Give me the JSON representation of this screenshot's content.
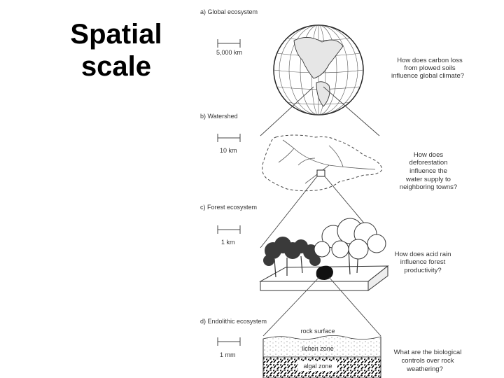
{
  "title": {
    "line1": "Spatial",
    "line2": "scale"
  },
  "panels": [
    {
      "heading": "a) Global ecosystem",
      "scale": "5,000 km",
      "question": [
        "How does carbon loss",
        "from plowed soils",
        "influence global climate?"
      ]
    },
    {
      "heading": "b) Watershed",
      "scale": "10 km",
      "question": [
        "How does",
        "deforestation",
        "influence the",
        "water supply to",
        "neighboring towns?"
      ]
    },
    {
      "heading": "c) Forest ecosystem",
      "scale": "1 km",
      "question": [
        "How does acid rain",
        "influence forest",
        "productivity?"
      ]
    },
    {
      "heading": "d) Endolithic ecosystem",
      "scale": "1 mm",
      "question": [
        "What are the biological",
        "controls over rock",
        "weathering?"
      ]
    }
  ],
  "rock_layers": {
    "surface": "rock surface",
    "lichen": "lichen zone",
    "algal": "algal zone"
  }
}
